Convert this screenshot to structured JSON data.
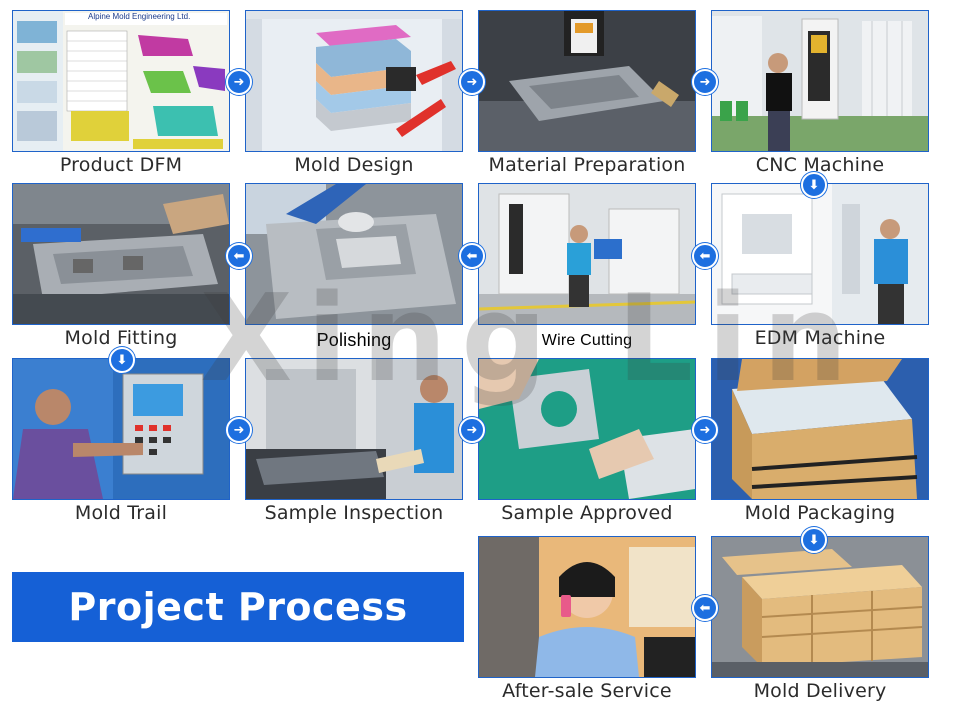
{
  "banner": {
    "title": "Project Process"
  },
  "watermark": {
    "text": "Xing Lin"
  },
  "colors": {
    "accent": "#1560d6",
    "arrow": "#1d6fe0",
    "frame": "#1f63c9"
  },
  "steps": [
    {
      "label": "Product DFM",
      "photo_text": "Alpine Mold Engineering Ltd."
    },
    {
      "label": "Mold Design"
    },
    {
      "label": "Material Preparation"
    },
    {
      "label": "CNC Machine"
    },
    {
      "label": "Mold Fitting"
    },
    {
      "label": "Polishing"
    },
    {
      "label": "Wire Cutting"
    },
    {
      "label": "EDM Machine"
    },
    {
      "label": "Mold Trail"
    },
    {
      "label": "Sample Inspection"
    },
    {
      "label": "Sample Approved"
    },
    {
      "label": "Mold Packaging"
    },
    {
      "label": "After-sale Service"
    },
    {
      "label": "Mold Delivery"
    }
  ],
  "arrows": {
    "right": "arrow-right-icon",
    "left": "arrow-left-icon",
    "down": "arrow-down-icon"
  }
}
